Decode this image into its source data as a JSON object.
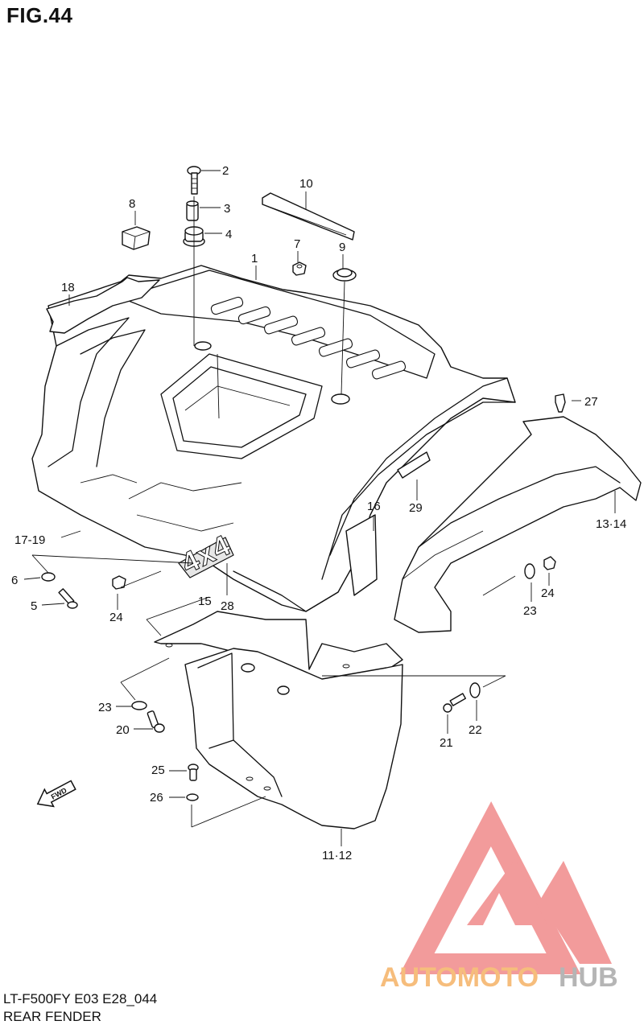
{
  "figure": {
    "title": "FIG.44",
    "model_code": "LT-F500FY E03 E28_044",
    "section_title": "REAR FENDER"
  },
  "diagram_labels": [
    {
      "id": "c2",
      "text": "2"
    },
    {
      "id": "c3",
      "text": "3"
    },
    {
      "id": "c4",
      "text": "4"
    },
    {
      "id": "c8",
      "text": "8"
    },
    {
      "id": "c10",
      "text": "10"
    },
    {
      "id": "c7",
      "text": "7"
    },
    {
      "id": "c9",
      "text": "9"
    },
    {
      "id": "c1",
      "text": "1"
    },
    {
      "id": "c18",
      "text": "18"
    },
    {
      "id": "c27",
      "text": "27"
    },
    {
      "id": "c29",
      "text": "29"
    },
    {
      "id": "c16",
      "text": "16"
    },
    {
      "id": "c1314",
      "text": "13·14"
    },
    {
      "id": "c1719",
      "text": "17-19"
    },
    {
      "id": "c6",
      "text": "6"
    },
    {
      "id": "c5",
      "text": "5"
    },
    {
      "id": "c24a",
      "text": "24"
    },
    {
      "id": "c15",
      "text": "15"
    },
    {
      "id": "c28",
      "text": "28"
    },
    {
      "id": "c24b",
      "text": "24"
    },
    {
      "id": "c23a",
      "text": "23"
    },
    {
      "id": "c23b",
      "text": "23"
    },
    {
      "id": "c20",
      "text": "20"
    },
    {
      "id": "c21",
      "text": "21"
    },
    {
      "id": "c22",
      "text": "22"
    },
    {
      "id": "c25",
      "text": "25"
    },
    {
      "id": "c26",
      "text": "26"
    },
    {
      "id": "c1112",
      "text": "11·12"
    }
  ],
  "fwd_label": "FWD",
  "decal_text": "4x4",
  "watermark": {
    "brand_part1": "AUTOMOTO",
    "brand_part2": "HUB",
    "color_red": "#f08a8a",
    "color_orange": "#f5b266",
    "color_gray": "#a9a9a9"
  }
}
